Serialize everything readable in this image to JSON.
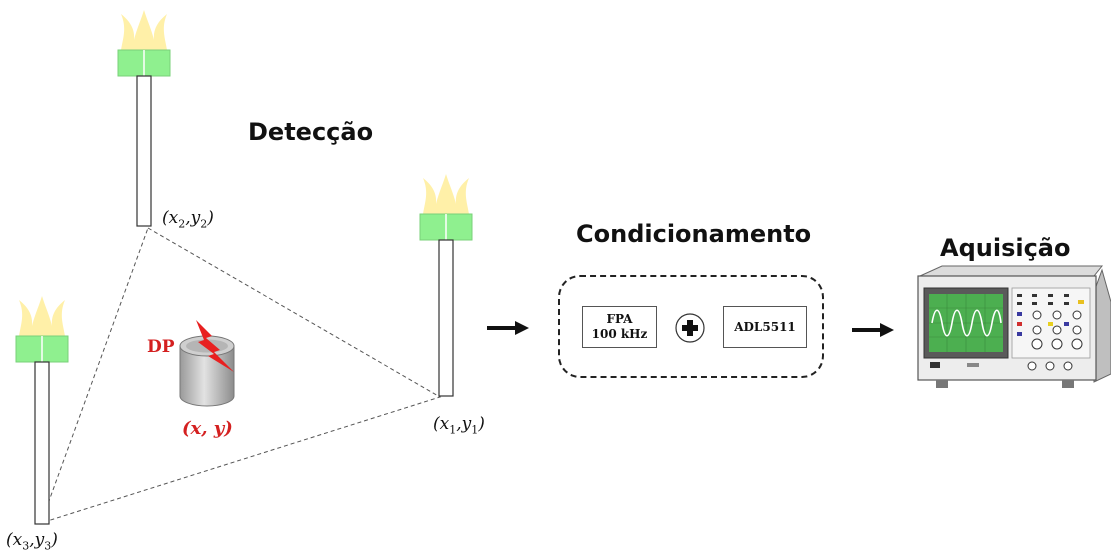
{
  "titles": {
    "detection": "Detecção",
    "conditioning": "Condicionamento",
    "acquisition": "Aquisição"
  },
  "sensors": [
    {
      "sym": "x",
      "sub": "1",
      "sym2": "y"
    },
    {
      "sym": "x",
      "sub": "2",
      "sym2": "y"
    },
    {
      "sym": "x",
      "sub": "3",
      "sym2": "y"
    }
  ],
  "discharge": {
    "label": "DP",
    "position": "(x, y)"
  },
  "conditioning_blocks": {
    "filter_line1": "FPA",
    "filter_line2": "100 kHz",
    "detector": "ADL5511"
  },
  "colors": {
    "discharge_red": "#d42020",
    "antenna_green": "#8ff08f",
    "flame_yellow": "#fff0a8",
    "scope_screen": "#4caf50"
  }
}
